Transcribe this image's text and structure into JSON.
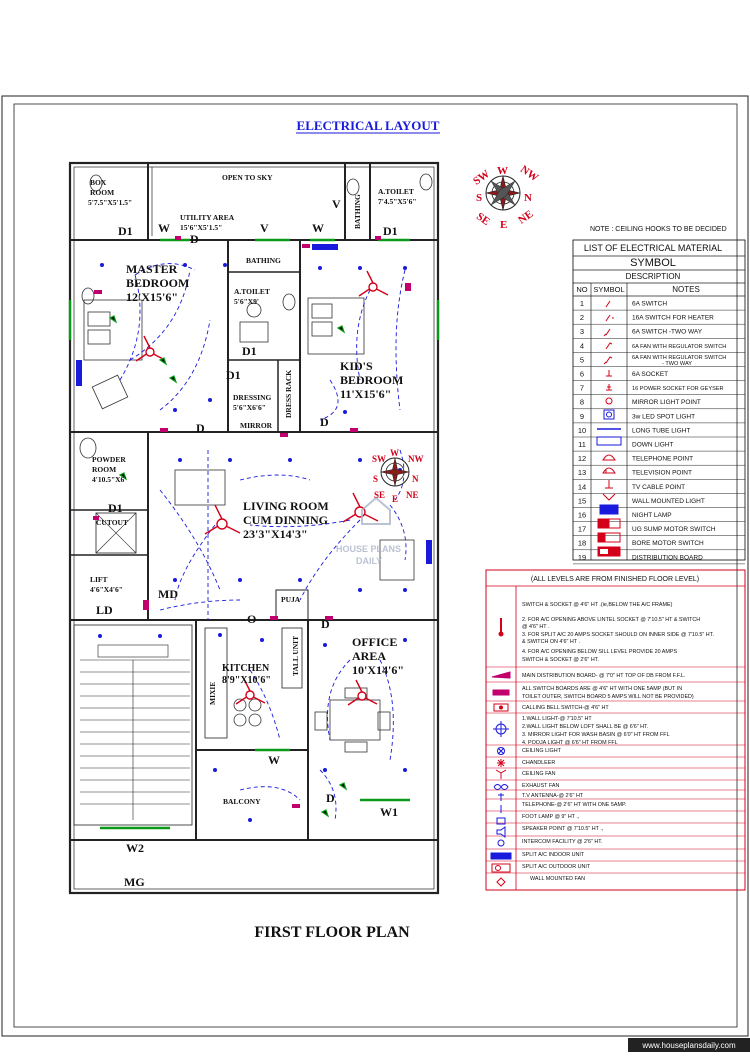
{
  "header": {
    "title": "ELECTRICAL LAYOUT",
    "footer_title": "FIRST FLOOR PLAN",
    "watermark": "www.houseplansdaily.com"
  },
  "compass": {
    "n": "N",
    "s": "S",
    "e": "E",
    "w": "W",
    "nw": "NW",
    "ne": "NE",
    "sw": "SW",
    "se": "SE"
  },
  "rooms": {
    "box_room": "BOX",
    "box_room2": "ROOM",
    "box_dim": "5'7.5\"X5'1.5\"",
    "open_to_sky": "OPEN TO SKY",
    "utility": "UTILITY AREA",
    "utility_dim": "15'6\"X5'1.5\"",
    "bathing1": "BATHING",
    "bathing2": "BATHING",
    "atoilet1": "A.TOILET",
    "atoilet1_dim": "7'4.5\"X5'6\"",
    "master": "MASTER",
    "master2": "BEDROOM",
    "master_dim": "12'X15'6\"",
    "atoilet2": "A.TOILET",
    "atoilet2_dim": "5'6\"X9'",
    "dressing": "DRESSING",
    "dressing_dim": "5'6\"X6'6\"",
    "dress_rack": "DRESS RACK",
    "mirror": "MIRROR",
    "kids": "KID'S",
    "kids2": "BEDROOM",
    "kids_dim": "11'X15'6\"",
    "powder": "POWDER",
    "powder2": "ROOM",
    "powder_dim": "4'10.5\"X6'",
    "cutout": "CUTOUT",
    "living": "LIVING ROOM",
    "living2": "CUM DINNING",
    "living_dim": "23'3\"X14'3\"",
    "lift": "LIFT",
    "lift_dim": "4'6\"X4'6\"",
    "ld": "LD",
    "md": "MD",
    "puja": "PUJA",
    "kitchen": "KITCHEN",
    "kitchen_dim": "8'9\"X10'6\"",
    "tall_unit": "TALL UNIT",
    "mixie": "MIXIE",
    "office": "OFFICE",
    "office2": "AREA",
    "office_dim": "10'X14'6\"",
    "balcony": "BALCONY",
    "w1": "W1",
    "w2": "W2",
    "mg": "MG",
    "d1": "D1",
    "d": "D",
    "w": "W",
    "v": "V",
    "o": "O",
    "fan_sw": "SW",
    "fan_w": "W",
    "fan_nw": "NW",
    "fan_n": "N",
    "fan_s": "S",
    "fan_se": "SE",
    "fan_e": "E",
    "fan_ne": "NE",
    "watermark_house": "HOUSE PLANS",
    "watermark_daily": "DAILY"
  },
  "note": "NOTE : CEILING HOOKS TO BE DECIDED",
  "material_list": {
    "title": "LIST OF ELECTRICAL MATERIAL",
    "symbol_heading": "SYMBOL",
    "description": "DESCRIPTION",
    "col_no": "NO",
    "col_symbol": "SYMBOL",
    "col_notes": "NOTES",
    "rows": [
      {
        "no": "1",
        "note": "6A SWITCH"
      },
      {
        "no": "2",
        "note": "16A SWITCH FOR HEATER"
      },
      {
        "no": "3",
        "note": "6A SWITCH -TWO WAY"
      },
      {
        "no": "4",
        "note": "6A FAN WITH REGULATOR SWITCH"
      },
      {
        "no": "5",
        "note": "6A FAN WITH REGULATOR SWITCH - TWO WAY"
      },
      {
        "no": "6",
        "note": "6A SOCKET"
      },
      {
        "no": "7",
        "note": "16 POWER SOCKET FOR GEYSER"
      },
      {
        "no": "8",
        "note": "MIRROR LIGHT POINT"
      },
      {
        "no": "9",
        "note": "3w LED SPOT LIGHT"
      },
      {
        "no": "10",
        "note": "LONG TUBE LIGHT"
      },
      {
        "no": "11",
        "note": "DOWN LIGHT"
      },
      {
        "no": "12",
        "note": "TELEPHONE POINT"
      },
      {
        "no": "13",
        "note": "TELEVISION POINT"
      },
      {
        "no": "14",
        "note": "TV CABLE POINT"
      },
      {
        "no": "15",
        "note": "WALL MOUNTED LIGHT"
      },
      {
        "no": "16",
        "note": "NIGHT LAMP"
      },
      {
        "no": "17",
        "note": "UG SUMP MOTOR SWITCH"
      },
      {
        "no": "18",
        "note": "BORE MOTOR SWITCH"
      },
      {
        "no": "19",
        "note": "DISTRIBUTION BOARD"
      }
    ]
  },
  "levels": {
    "title": "(ALL LEVELS ARE FROM FINISHED FLOOR LEVEL)",
    "switch_notes": [
      "SWITCH & SOCKET @ 4'6\" HT .(ie,BELOW THE A/C FRAME)",
      "2. FOR A/C OPENING ABOVE LINTEL SOCKET @ 7'10.5\" HT & SWITCH",
      "@ 4'6\" HT .",
      "3. FOR SPLIT A/C 20 AMPS SOCKET SHOULD ON INNER SIDE @ 7'10.5\" HT.",
      "& SWITCH ON 4'6\" HT .",
      "4. FOR A/C OPENING BELOW SILL LEVEL PROVIDE 20 AMPS",
      "SWITCH & SOCKET @ 2'6\" HT."
    ],
    "main_db": "MAIN DISTRIBUTION BOARD- @ 7'0\" HT TOP OF DB FROM F.F.L.",
    "board_notes": [
      "ALL SWITCH BOARDS ARE @ 4'6\" HT WITH ONE 5AMP (BUT IN",
      "TOILET OUTER, SWITCH BOARD 5 AMPS WILL NOT BE PROVIDED)"
    ],
    "bell": "CALLING BELL SWITCH-@ 4'6\" HT",
    "light_notes": [
      "1.WALL LIGHT-@ 7'10.5\" HT",
      "2.WALL LIGHT BELOW LOFT SHALL BE @ 6'6\" HT.",
      "3. MIRROR LIGHT FOR WASH BASIN @ 6'0\" HT FROM FFL",
      "4. POOJA LIGHT @ 6'6\" HT FROM FFL"
    ],
    "items": [
      "CEILING LIGHT",
      "CHANDLEER",
      "CEILING FAN",
      "EXHAUST FAN",
      "T.V ANTENNA-@ 2'6\" HT",
      "TELEPHONE-@ 2'6\" HT WITH ONE 5AMP.",
      "FOOT LAMP @ 9\" HT .,",
      "SPEAKER POINT @ 7'10.5\" HT .,",
      "INTERCOM FACILITY @ 2'6\" HT.",
      "SPLIT A/C INDOOR UNIT",
      "SPLIT A/C OUTDOOR UNIT",
      "WALL MOUNTED FAN"
    ]
  },
  "colors": {
    "blue": "#1a1adc",
    "red": "#d4001a",
    "green": "#0a9a18",
    "ink": "#111111",
    "magenta": "#c1006e"
  }
}
